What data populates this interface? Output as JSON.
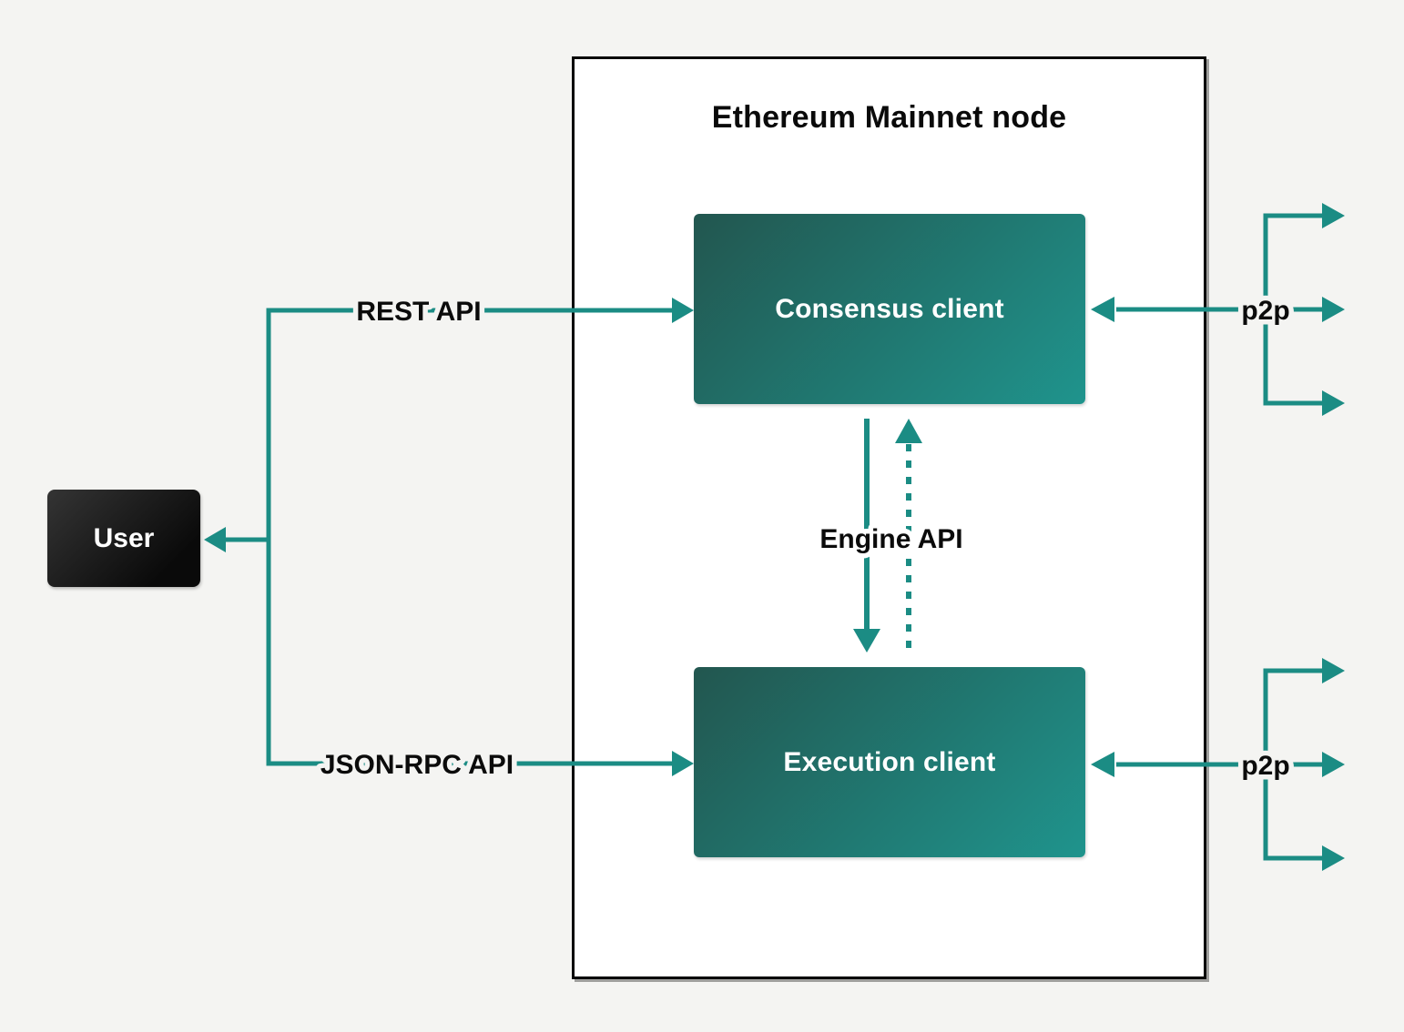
{
  "page": {
    "background_color": "#f4f4f2",
    "accent_color": "#1b8c84",
    "node_gradient": [
      "#22564f",
      "#1f948d"
    ],
    "user_gradient": [
      "#343434",
      "#0a0a0a"
    ],
    "border_color": "#050505"
  },
  "diagram": {
    "title": "Ethereum Mainnet node",
    "nodes": {
      "user": {
        "label": "User"
      },
      "consensus": {
        "label": "Consensus client"
      },
      "execution": {
        "label": "Execution client"
      }
    },
    "edges": {
      "rest_api": {
        "label": "REST API",
        "from": "User",
        "to": "Consensus client",
        "style": "solid-arrow"
      },
      "json_rpc_api": {
        "label": "JSON-RPC API",
        "from": "User",
        "to": "Execution client",
        "style": "solid-arrow"
      },
      "engine_api": {
        "label": "Engine API",
        "between": [
          "Consensus client",
          "Execution client"
        ],
        "style": "solid-down-dotted-up"
      },
      "p2p_consensus": {
        "label": "p2p",
        "to": "Consensus client",
        "style": "fan-out-three-arrows"
      },
      "p2p_execution": {
        "label": "p2p",
        "to": "Execution client",
        "style": "fan-out-three-arrows"
      }
    }
  }
}
